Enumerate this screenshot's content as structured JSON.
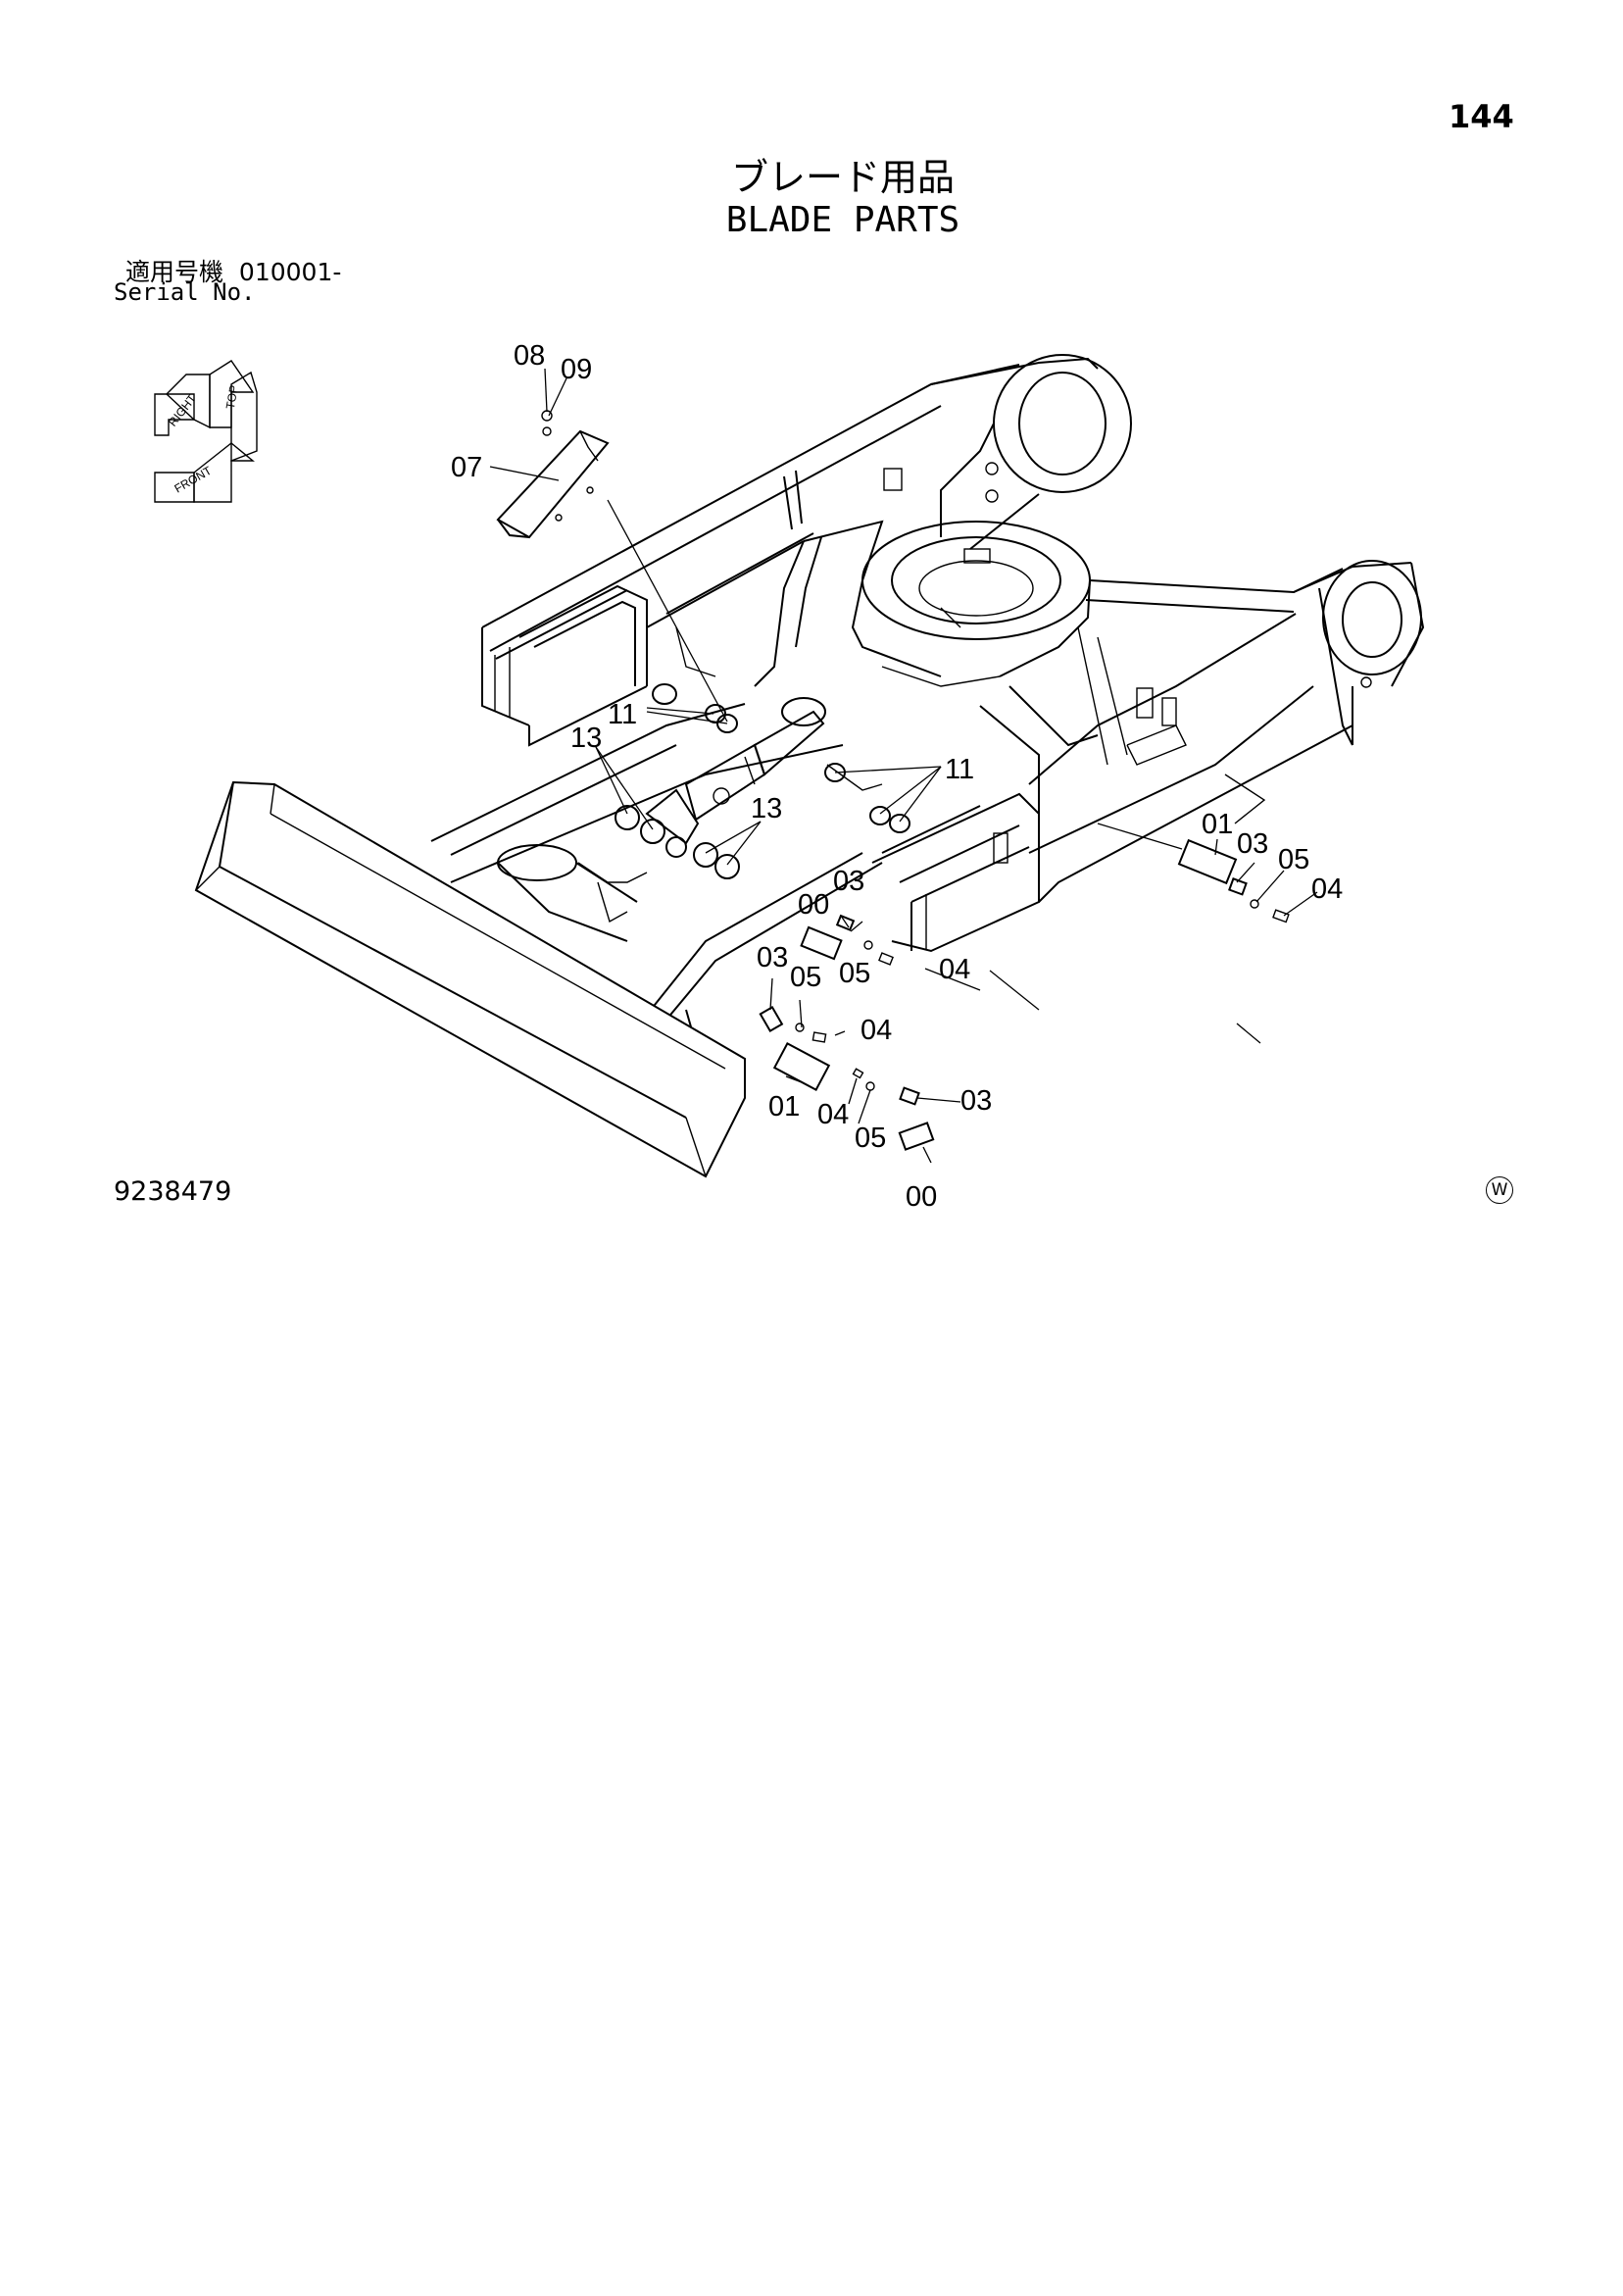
{
  "page_number": "144",
  "title_jp": "ブレード用品",
  "title_en": "BLADE PARTS",
  "serial_label_jp": "適用号機",
  "serial_from": "010001-",
  "serial_label_en": "Serial No.",
  "drawing_number": "9238479",
  "w_mark": "W",
  "orientation": {
    "top": "TOP",
    "right": "RIGHT",
    "front": "FRONT"
  },
  "callouts": {
    "c08": "08",
    "c09": "09",
    "c07": "07",
    "c11a": "11",
    "c11b": "11",
    "c13a": "13",
    "c13b": "13",
    "c01a": "01",
    "c03a": "03",
    "c05a": "05",
    "c04a": "04",
    "c00a": "00",
    "c03b": "03",
    "c05b": "05",
    "c04b": "04",
    "c03c": "03",
    "c05c": "05",
    "c04c": "04",
    "c01b": "01",
    "c04d": "04",
    "c03d": "03",
    "c05d": "05",
    "c00b": "00"
  }
}
